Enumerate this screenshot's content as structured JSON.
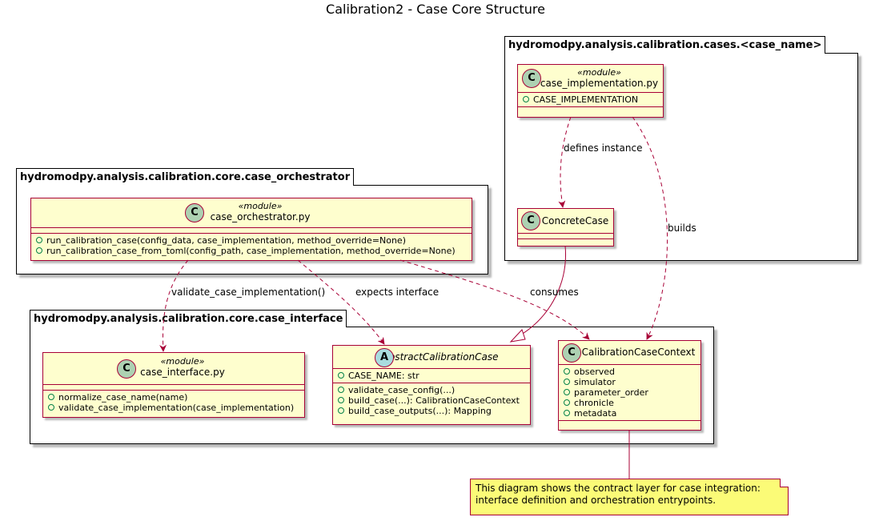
{
  "title": "Calibration2 - Case Core Structure",
  "packages": {
    "cases": "hydromodpy.analysis.calibration.cases.<case_name>",
    "orchestrator": "hydromodpy.analysis.calibration.core.case_orchestrator",
    "interface": "hydromodpy.analysis.calibration.core.case_interface"
  },
  "classes": {
    "case_implementation": {
      "kind": "C",
      "stereotype": "«module»",
      "name": "case_implementation.py",
      "attributes": [
        "CASE_IMPLEMENTATION"
      ]
    },
    "concrete_case": {
      "kind": "C",
      "name": "ConcreteCase"
    },
    "case_orchestrator": {
      "kind": "C",
      "stereotype": "«module»",
      "name": "case_orchestrator.py",
      "methods": [
        "run_calibration_case(config_data, case_implementation, method_override=None)",
        "run_calibration_case_from_toml(config_path, case_implementation, method_override=None)"
      ]
    },
    "case_interface": {
      "kind": "C",
      "stereotype": "«module»",
      "name": "case_interface.py",
      "methods": [
        "normalize_case_name(name)",
        "validate_case_implementation(case_implementation)"
      ]
    },
    "abstract_case": {
      "kind": "A",
      "name": "AbstractCalibrationCase",
      "attributes": [
        "CASE_NAME: str"
      ],
      "methods": [
        "validate_case_config(...)",
        "build_case(...): CalibrationCaseContext",
        "build_case_outputs(...): Mapping"
      ]
    },
    "context": {
      "kind": "C",
      "name": "CalibrationCaseContext",
      "attributes": [
        "observed",
        "simulator",
        "parameter_order",
        "chronicle",
        "metadata"
      ]
    }
  },
  "relations": {
    "defines_instance": "defines instance",
    "builds": "builds",
    "validate": "validate_case_implementation()",
    "expects": "expects interface",
    "consumes": "consumes"
  },
  "note": {
    "line1": "This diagram shows the contract layer for case integration:",
    "line2": "interface definition and orchestration entrypoints."
  },
  "colors": {
    "class_fill": "#FEFECE",
    "class_border": "#A80036",
    "class_circle": "#ADD1B2",
    "abstract_circle": "#A9DCDF",
    "note_fill": "#FBFB77",
    "visibility": "#038048"
  }
}
